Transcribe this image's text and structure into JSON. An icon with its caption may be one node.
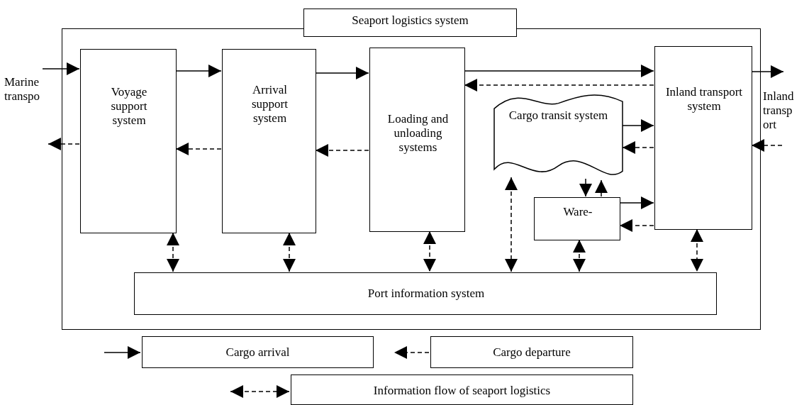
{
  "diagram": {
    "nodes": [
      {
        "text": [
          "Seaport logistics system"
        ]
      },
      {
        "text": [
          "Voyage support system"
        ],
        "in": 0
      },
      {
        "text": [
          "Arrival support system"
        ],
        "in": 0
      },
      {
        "text": [
          "Loading and unloading systems"
        ],
        "in": 0
      },
      {
        "text": [
          "Cargo transit system"
        ],
        "in": 0
      },
      {
        "text": [
          "Inland transport system"
        ],
        "in": 0
      },
      {
        "text": [
          "Ware-"
        ],
        "in": 0
      },
      {
        "text": [
          "Port information system"
        ],
        "in": 0
      }
    ],
    "edges": [
      {
        "from": null,
        "to": 1,
        "arrow": "to"
      },
      {
        "from": 1,
        "to": null,
        "arrow": "to",
        "style": "dashed"
      },
      {
        "from": 1,
        "to": 2,
        "arrow": "to"
      },
      {
        "from": 2,
        "to": 1,
        "arrow": "to",
        "style": "dashed"
      },
      {
        "from": 2,
        "to": 3,
        "arrow": "to"
      },
      {
        "from": 3,
        "to": 2,
        "arrow": "to",
        "style": "dashed"
      },
      {
        "from": 3,
        "to": 5,
        "arrow": "to"
      },
      {
        "from": 5,
        "to": 3,
        "arrow": "to",
        "style": "dashed"
      },
      {
        "from": 4,
        "to": 5,
        "arrow": "to"
      },
      {
        "from": 5,
        "to": 4,
        "arrow": "to",
        "style": "dashed"
      },
      {
        "from": 6,
        "to": 5,
        "arrow": "to"
      },
      {
        "from": 5,
        "to": 6,
        "arrow": "to",
        "style": "dashed"
      },
      {
        "from": 4,
        "to": 6,
        "arrow": "to"
      },
      {
        "from": 6,
        "to": 4,
        "arrow": "to"
      },
      {
        "from": 5,
        "to": null,
        "arrow": "to"
      },
      {
        "from": null,
        "to": 5,
        "arrow": "to",
        "style": "dashed"
      },
      {
        "from": 1,
        "to": 7,
        "arrow": "both",
        "style": "dashed"
      },
      {
        "from": 2,
        "to": 7,
        "arrow": "both",
        "style": "dashed"
      },
      {
        "from": 3,
        "to": 7,
        "arrow": "both",
        "style": "dashed"
      },
      {
        "from": 4,
        "to": 7,
        "arrow": "both",
        "style": "dashed"
      },
      {
        "from": 6,
        "to": 7,
        "arrow": "both",
        "style": "dashed"
      },
      {
        "from": 5,
        "to": 7,
        "arrow": "both",
        "style": "dashed"
      }
    ],
    "labels": [
      "Marine transpo",
      "Inland transp ort"
    ],
    "legend": [
      {
        "text": "Cargo arrival"
      },
      {
        "text": "Cargo departure"
      },
      {
        "text": "Information flow of seaport logistics"
      }
    ]
  }
}
